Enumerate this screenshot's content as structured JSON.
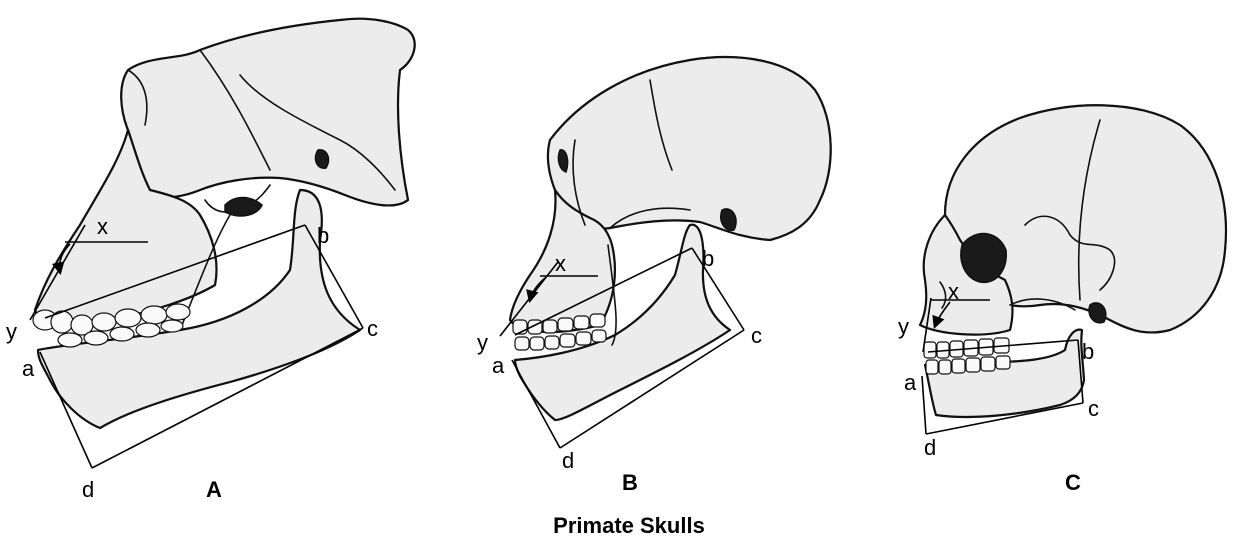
{
  "title": "Primate Skulls",
  "panels": [
    {
      "id": "A",
      "label": "A",
      "points": {
        "x": "x",
        "y": "y",
        "a": "a",
        "b": "b",
        "c": "c",
        "d": "d"
      }
    },
    {
      "id": "B",
      "label": "B",
      "points": {
        "x": "x",
        "y": "y",
        "a": "a",
        "b": "b",
        "c": "c",
        "d": "d"
      }
    },
    {
      "id": "C",
      "label": "C",
      "points": {
        "x": "x",
        "y": "y",
        "a": "a",
        "b": "b",
        "c": "c",
        "d": "d"
      }
    }
  ]
}
